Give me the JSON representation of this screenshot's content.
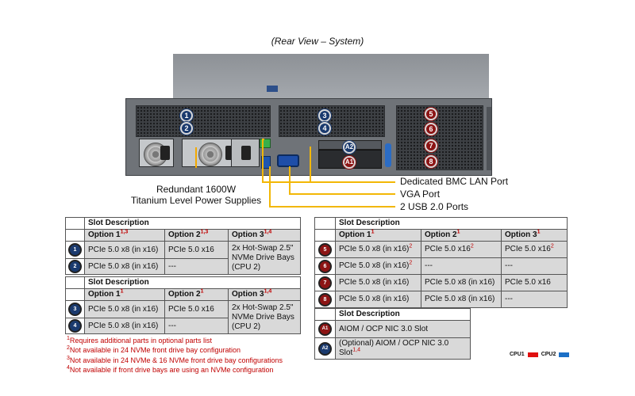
{
  "caption": "(Rear View – System)",
  "server": {
    "slot_markers": {
      "left_1": "1",
      "left_2": "2",
      "mid_3": "3",
      "mid_4": "4",
      "right_5": "5",
      "right_6": "6",
      "right_7": "7",
      "right_8": "8",
      "aiom_a1": "A1",
      "aiom_a2": "A2"
    }
  },
  "callouts": {
    "bmc": "Dedicated BMC LAN Port",
    "vga": "VGA Port",
    "usb": "2 USB 2.0 Ports",
    "psu_line1": "Redundant  1600W",
    "psu_line2": "Titanium  Level Power Supplies"
  },
  "table_a": {
    "title": "Slot Description",
    "headers": [
      "Option 1",
      "Option 2",
      "Option 3"
    ],
    "header_sups": [
      "1,3",
      "1,3",
      "1,4"
    ],
    "rows": [
      {
        "marker": "1",
        "c1": "PCIe 5.0 x8 (in x16)",
        "c2": "PCIe 5.0 x16",
        "c3": "2x Hot-Swap 2.5\" NVMe Drive Bays (CPU 2)"
      },
      {
        "marker": "2",
        "c1": "PCIe 5.0 x8 (in x16)",
        "c2": "---"
      }
    ]
  },
  "table_b": {
    "title": "Slot Description",
    "headers": [
      "Option 1",
      "Option 2",
      "Option 3"
    ],
    "header_sups": [
      "1",
      "1",
      "1,4"
    ],
    "rows": [
      {
        "marker": "3",
        "c1": "PCIe 5.0 x8 (in x16)",
        "c2": "PCIe 5.0 x16",
        "c3": "2x Hot-Swap 2.5\" NVMe Drive Bays (CPU 2)"
      },
      {
        "marker": "4",
        "c1": "PCIe 5.0 x8 (in x16)",
        "c2": "---"
      }
    ]
  },
  "table_c": {
    "title": "Slot Description",
    "headers": [
      "Option 1",
      "Option 2",
      "Option 3"
    ],
    "header_sups": [
      "1",
      "1",
      "1"
    ],
    "rows": [
      {
        "marker": "5",
        "c1": "PCIe 5.0 x8 (in x16)",
        "c1_sup": "2",
        "c2": "PCIe 5.0 x16",
        "c2_sup": "2",
        "c3": "PCIe 5.0 x16",
        "c3_sup": "2"
      },
      {
        "marker": "6",
        "c1": "PCIe 5.0 x8 (in x16)",
        "c1_sup": "2",
        "c2": "---",
        "c2_sup": "",
        "c3": "---",
        "c3_sup": ""
      },
      {
        "marker": "7",
        "c1": "PCIe 5.0 x8 (in x16)",
        "c1_sup": "",
        "c2": "PCIe 5.0 x8 (in x16)",
        "c2_sup": "",
        "c3": "PCIe 5.0 x16",
        "c3_sup": ""
      },
      {
        "marker": "8",
        "c1": "PCIe 5.0 x8 (in x16)",
        "c1_sup": "",
        "c2": "PCIe 5.0 x8 (in x16)",
        "c2_sup": "",
        "c3": "---",
        "c3_sup": ""
      }
    ]
  },
  "table_d": {
    "title": "Slot Description",
    "rows": [
      {
        "marker": "A1",
        "text": "AIOM  / OCP NIC  3.0 Slot",
        "sup": ""
      },
      {
        "marker": "A2",
        "text": "(Optional)  AIOM  / OCP NIC  3.0 Slot",
        "sup": "1,4"
      }
    ]
  },
  "notes": [
    {
      "sup": "1",
      "text": "Requires additional parts in optional parts list"
    },
    {
      "sup": "2",
      "text": "Not available in 24 NVMe  front drive bay configuration"
    },
    {
      "sup": "3",
      "text": "Not available in 24 NVMe  & 16 NVMe front drive bay configurations"
    },
    {
      "sup": "4",
      "text": "Not available if front drive bays are using an NVMe  configuration"
    }
  ],
  "legend": {
    "cpu1": "CPU1",
    "cpu1_color": "#e01010",
    "cpu2": "CPU2",
    "cpu2_color": "#1b6fc6"
  }
}
